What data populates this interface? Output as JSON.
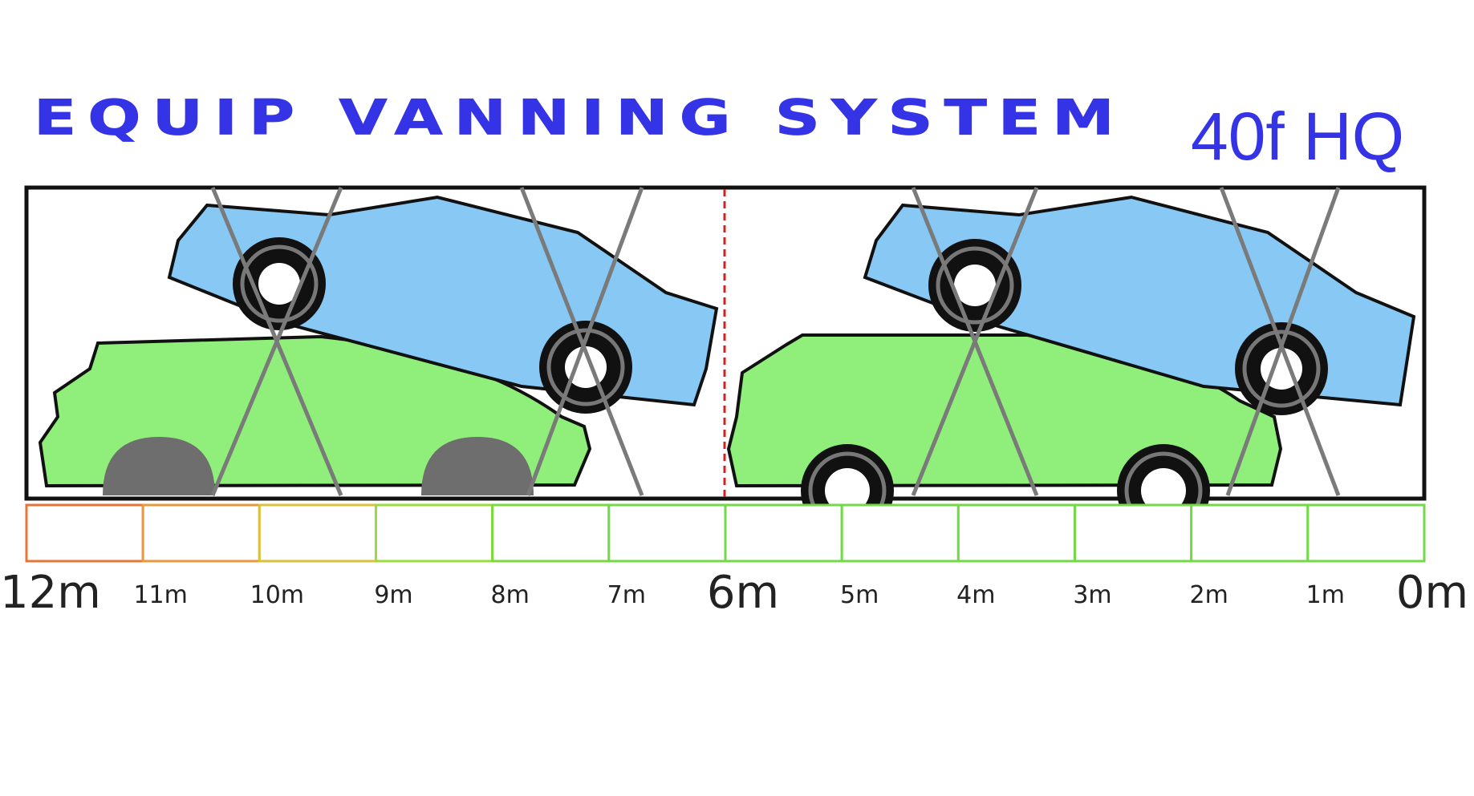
{
  "title": "EQUIP VANNING SYSTEM",
  "container_type": "40f HQ",
  "colors": {
    "title": "#3434e6",
    "car_top": "#87c8f5",
    "car_bottom": "#90ee7a",
    "container_border": "#111111",
    "center_divider": "#d42020",
    "sling": "#7a7a7a",
    "wheel": "#111111"
  },
  "scale": {
    "labels": [
      "12m",
      "11m",
      "10m",
      "9m",
      "8m",
      "7m",
      "6m",
      "5m",
      "4m",
      "3m",
      "2m",
      "1m",
      "0m"
    ],
    "major_labels": [
      "12m",
      "6m",
      "0m"
    ],
    "segment_colors": [
      "#e8743a",
      "#e89a3a",
      "#d8c23a",
      "#9bdb3c",
      "#7ad93c",
      "#72da48",
      "#72da48",
      "#72da48",
      "#72da48",
      "#72da48",
      "#72da48",
      "#72da48"
    ]
  },
  "cars": [
    {
      "name": "car-top-left",
      "type": "sedan",
      "color": "car_top"
    },
    {
      "name": "car-bottom-left",
      "type": "hatchback",
      "color": "car_bottom"
    },
    {
      "name": "car-top-right",
      "type": "sedan",
      "color": "car_top"
    },
    {
      "name": "car-bottom-right",
      "type": "hatchback",
      "color": "car_bottom"
    }
  ]
}
